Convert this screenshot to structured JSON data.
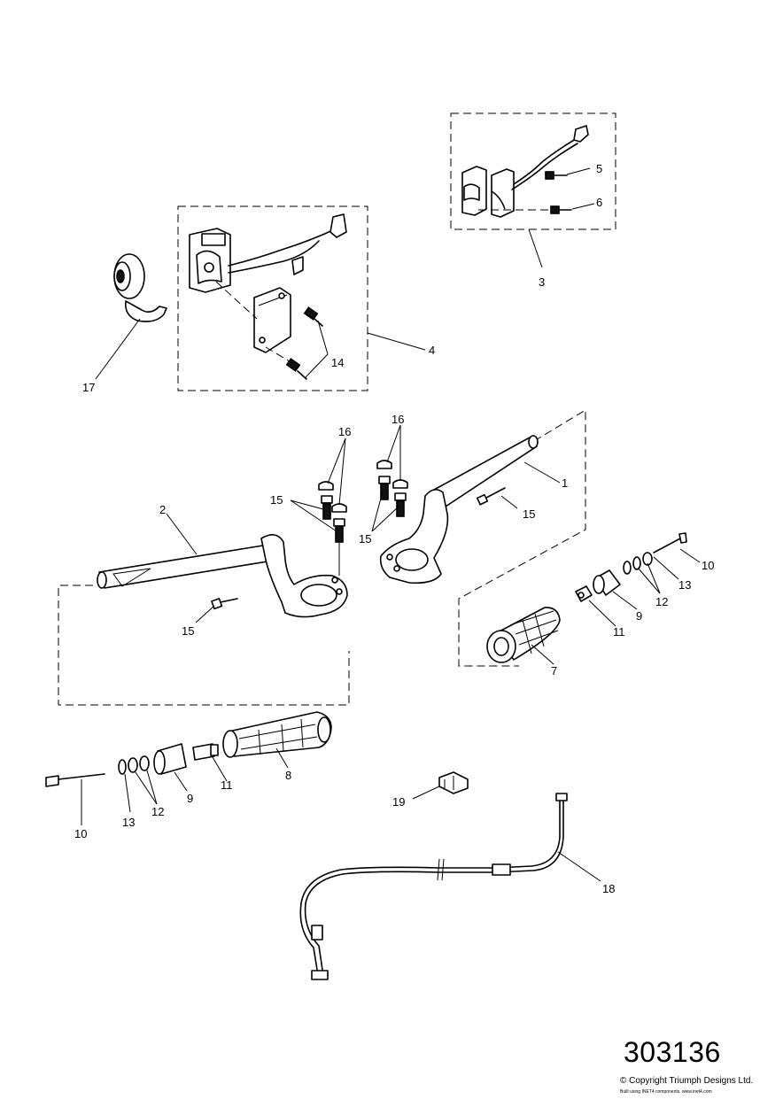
{
  "diagram": {
    "reference_number": "303136",
    "copyright": "© Copyright Triumph Designs Ltd.",
    "fine_print": "Built using INET4 components. www.inet4.com",
    "callouts": {
      "p1": "1",
      "p2": "2",
      "p3": "3",
      "p4": "4",
      "p5": "5",
      "p6": "6",
      "p7": "7",
      "p8": "8",
      "p9a": "9",
      "p9b": "9",
      "p10a": "10",
      "p10b": "10",
      "p11a": "11",
      "p11b": "11",
      "p12a": "12",
      "p12b": "12",
      "p13a": "13",
      "p13b": "13",
      "p14": "14",
      "p15a": "15",
      "p15b": "15",
      "p15c": "15",
      "p15d": "15",
      "p16a": "16",
      "p16b": "16",
      "p17": "17",
      "p18": "18",
      "p19": "19"
    }
  }
}
